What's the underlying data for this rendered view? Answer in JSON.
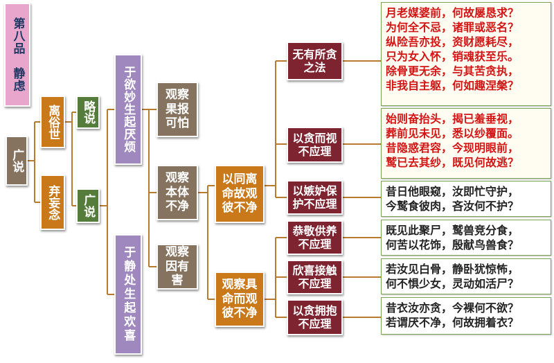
{
  "title": "第八品　静虑",
  "n1": "广说",
  "n2a": "离俗世",
  "n2b": "弃妄念",
  "n3a": "略说",
  "n3b": "广说",
  "n4a": "于欲妙生起厌烦",
  "n4b": "于静处生起欢喜",
  "n5a": "观察果报可怕",
  "n5b": "观察本体不净",
  "n5c": "观察因有害",
  "n6a": "以同离命故观彼不净",
  "n6b": "观察具命而观彼不净",
  "items": [
    {
      "label": "无有所贪之法",
      "lines": [
        "月老媒婆前，何故屡恳求？",
        "为何全不忌，诸罪或恶名？",
        "纵险吾亦投，资财愿耗尽，",
        "只为女入怀，销魂获至乐。",
        "除骨更无余，与其苦贪执，",
        "非我自主躯，何如趣涅槃？"
      ]
    },
    {
      "label": "以贪而视不应理",
      "lines": [
        "始则奋抬头，揭已羞垂视，",
        "葬前见未见，悉以纱覆面。",
        "昔隐惑君容，今现明眼前，",
        "鹫已去其纱，既见何故逃？"
      ]
    },
    {
      "label": "以嫉妒保护不应理",
      "lines": [
        "昔日他眼窥，汝即忙守护，",
        "今鹫食彼肉，吝汝何不护？"
      ]
    },
    {
      "label": "恭敬供养不应理",
      "lines": [
        "既见此聚尸，鹫兽竞分食，",
        "何苦以花饰，殷献鸟兽食？"
      ]
    },
    {
      "label": "欣喜接触不应理",
      "lines": [
        "若汝见白骨，静卧犹惊怖，",
        "何不惧少女，灵动如活尸？"
      ]
    },
    {
      "label": "以贪拥抱不应理",
      "lines": [
        "昔衣汝亦贪，今裸何不欲？",
        "若谓厌不净，何故拥着衣？"
      ]
    }
  ]
}
